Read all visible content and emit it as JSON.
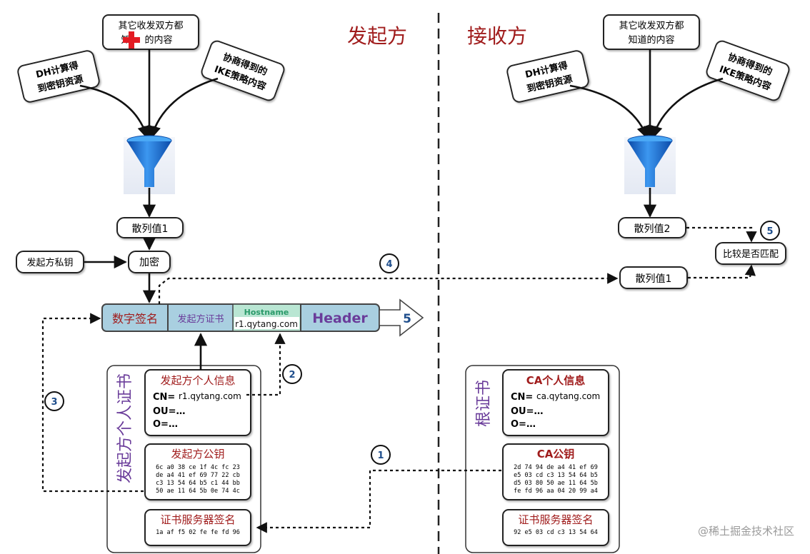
{
  "headers": {
    "initiator": "发起方",
    "responder": "接收方"
  },
  "initiator": {
    "inputs": {
      "dh": [
        "DH计算得",
        "到密钥资源"
      ],
      "shared": [
        "其它收发双方都",
        "的内容"
      ],
      "shared_prefix": "知",
      "ike": [
        "协商得到的",
        "IKE策略内容"
      ]
    },
    "hash": "散列值1",
    "private_key": "发起方私钥",
    "encrypt": "加密",
    "bar": {
      "signature": "数字签名",
      "cert": "发起方证书",
      "hostname_label": "Hostname",
      "hostname_value": "r1.qytang.com",
      "header": "Header",
      "step": "5"
    },
    "cert_panel": {
      "title": "发起方个人证书",
      "info_title": "发起方个人信息",
      "cn_label": "CN=",
      "cn_value": "r1.qytang.com",
      "ou": "OU=…",
      "o": "O=…",
      "pubkey_title": "发起方公钥",
      "pubkey_lines": [
        "6c a0 38 ce 1f 4c fc 23",
        "de a4 41 ef 69 77 22 cb",
        "c3 13 54 64 b5 c1 44 bb",
        "50 ae 11 64 5b 0e 74 4c"
      ],
      "sig_title": "证书服务器签名",
      "sig_line": "1a af f5 02 fe fe fd 96"
    }
  },
  "responder": {
    "inputs": {
      "dh": [
        "DH计算得",
        "到密钥资源"
      ],
      "shared": [
        "其它收发双方都",
        "知道的内容"
      ],
      "ike": [
        "协商得到的",
        "IKE策略内容"
      ]
    },
    "hash2": "散列值2",
    "hash1": "散列值1",
    "compare": "比较是否匹配",
    "root_panel": {
      "title": "根证书",
      "info_title": "CA个人信息",
      "cn_label": "CN=",
      "cn_value": "ca.qytang.com",
      "ou": "OU=…",
      "o": "O=…",
      "pubkey_title": "CA公钥",
      "pubkey_lines": [
        "2d 74 94 de a4 41 ef 69",
        "e5 03 cd c3 13 54 64 b5",
        "d5 03 80 50 ae 11 64 5b",
        "fe fd 96 aa 04 20 99 a4"
      ],
      "sig_title": "证书服务器签名",
      "sig_line": "92 e5 03 cd c3 13 54 64"
    }
  },
  "steps": [
    "1",
    "2",
    "3",
    "4",
    "5"
  ],
  "watermark": "@稀土掘金技术社区",
  "colors": {
    "dark_red": "#a01c1c",
    "purple": "#6a3c9a",
    "bar_blue": "#a9cfe0",
    "bar_green": "#b9e6d3",
    "header_purple": "#6a3c9a",
    "funnel_blue": "#1f6fcf",
    "step_blue": "#1f4e8c",
    "green_label": "#2a9a6a",
    "watermark": "#9a9a9a",
    "red_cross": "#e31c23"
  }
}
